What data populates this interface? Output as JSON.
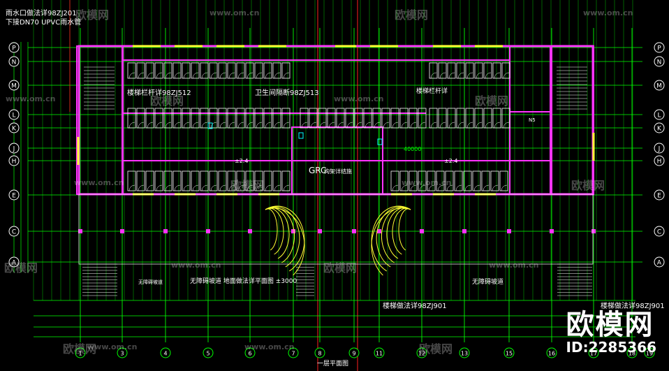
{
  "header_note": {
    "line1": "雨水口做法详98ZJ201",
    "line2": "下接DN70 UPVC雨水管"
  },
  "axis_letters": [
    "P",
    "N",
    "M",
    "L",
    "K",
    "J",
    "H",
    "E",
    "C",
    "A"
  ],
  "axis_numbers": [
    "1",
    "3",
    "4",
    "5",
    "6",
    "7",
    "8",
    "9",
    "11",
    "12",
    "13",
    "15",
    "16",
    "17",
    "18",
    "19"
  ],
  "labels": {
    "rail_left": "楼梯栏杆详98ZJ512",
    "rail_mid": "卫生间隔断98ZJ513",
    "rail_right": "楼梯栏杆详",
    "stairs_note": "楼梯做法详98ZJ901",
    "stairs_note_right": "楼梯做法详98ZJ901",
    "grc": "GRC",
    "grc_suffix": "构架详结施",
    "ramp_left": "无障碍坡道",
    "ramp_mid": "无障碍坡道 地面做法详平面图 ±3000",
    "ramp_right": "无障碍坡道",
    "dim_40000": "40000",
    "plan_title": "一层平面图",
    "room_n5": "N5",
    "elevation_a": "±2.4",
    "elevation_b": "±2.4"
  },
  "watermarks": {
    "site": "www.om.cn",
    "brand": "欧模网"
  },
  "brand": {
    "logo": "欧模网",
    "id": "ID:2285366"
  },
  "colors": {
    "wall": "#ff33ff",
    "grid": "#00ff00",
    "axis": "#ffffff",
    "red": "#ff2020",
    "yellow": "#ffff33",
    "cyan": "#00ffff"
  }
}
